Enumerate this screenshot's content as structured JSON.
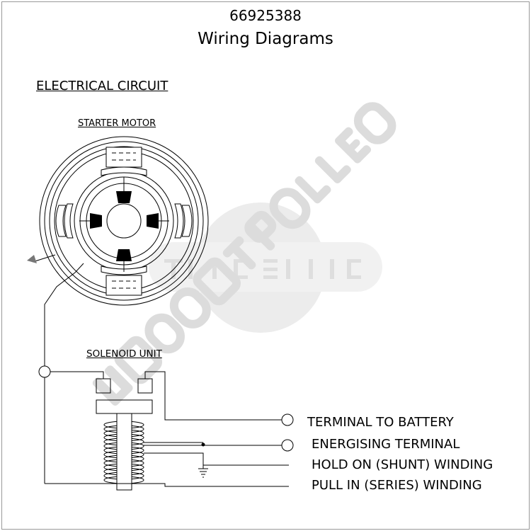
{
  "header": {
    "part_number": "66925388",
    "title": "Wiring Diagrams"
  },
  "section_title": "ELECTRICAL CIRCUIT",
  "starter_motor_label": "STARTER MOTOR",
  "solenoid_label": "SOLENOID UNIT",
  "terminals": [
    {
      "label": "TERMINAL TO BATTERY"
    },
    {
      "label": "ENERGISING TERMINAL"
    },
    {
      "label": "HOLD ON (SHUNT) WINDING"
    },
    {
      "label": "PULL IN (SERIES) WINDING"
    }
  ],
  "watermark": {
    "stamp": "UNCONTROLLED COPY",
    "logo": "TRADE SERVICE"
  }
}
